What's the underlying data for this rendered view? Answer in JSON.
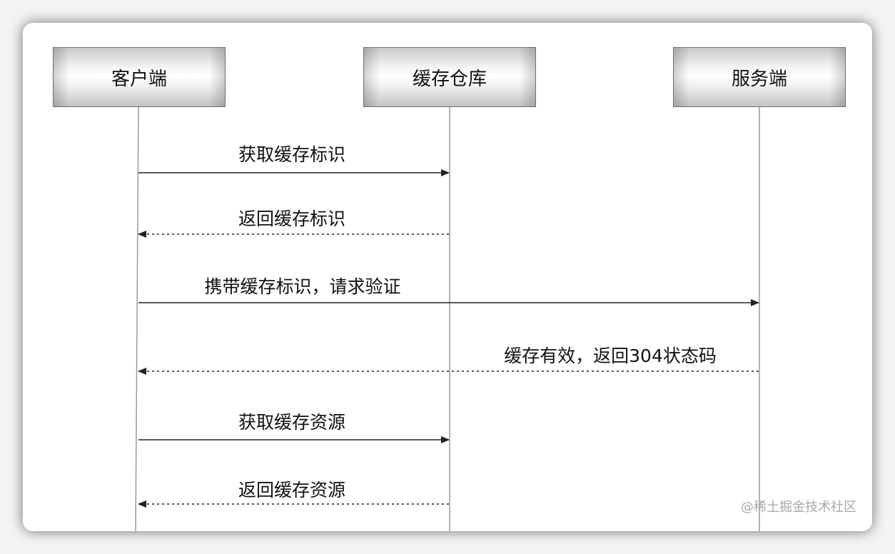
{
  "participants": [
    {
      "id": "client",
      "label": "客户端"
    },
    {
      "id": "cache",
      "label": "缓存仓库"
    },
    {
      "id": "server",
      "label": "服务端"
    }
  ],
  "messages": [
    {
      "from": "client",
      "to": "cache",
      "label": "获取缓存标识",
      "style": "solid"
    },
    {
      "from": "cache",
      "to": "client",
      "label": "返回缓存标识",
      "style": "dashed"
    },
    {
      "from": "client",
      "to": "server",
      "label": "携带缓存标识，请求验证",
      "style": "solid"
    },
    {
      "from": "server",
      "to": "client",
      "label": "缓存有效，返回304状态码",
      "style": "dashed"
    },
    {
      "from": "client",
      "to": "cache",
      "label": "获取缓存资源",
      "style": "solid"
    },
    {
      "from": "cache",
      "to": "client",
      "label": "返回缓存资源",
      "style": "dashed"
    }
  ],
  "watermark": "@稀土掘金技术社区",
  "colors": {
    "line": "#222222",
    "lifeline": "#9a9a9a",
    "background": "#ffffff"
  }
}
